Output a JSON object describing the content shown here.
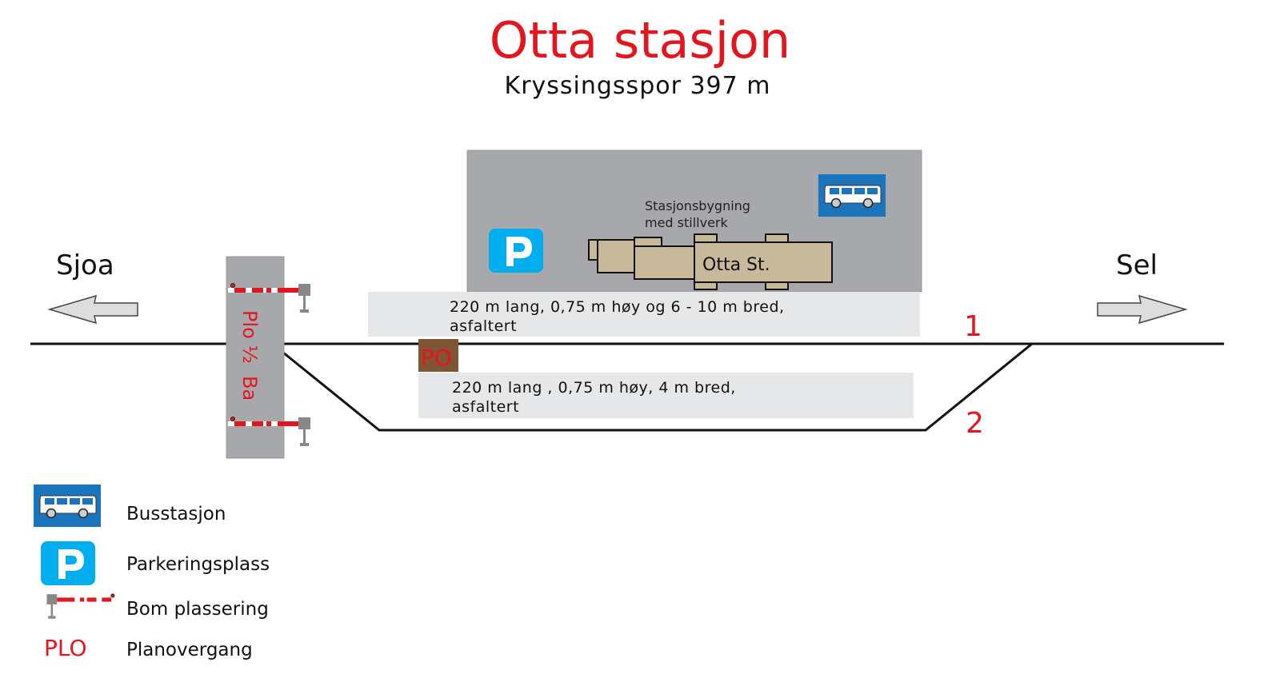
{
  "title": "Otta stasjon",
  "subtitle": "Kryssingsspor 397 m",
  "colors": {
    "accent_red": "#e3151d",
    "area_gray": "#a7a8ab",
    "platform": "#e6e7e8",
    "building": "#c8b99b",
    "po_brown": "#7f5535",
    "bus_blue": "#1b75bc",
    "parking_blue": "#00aeef"
  },
  "directions": {
    "left": "Sjoa",
    "right": "Sel"
  },
  "station": {
    "label_line1": "Stasjonsbygning",
    "label_line2": "med stillverk",
    "building_name": "Otta St."
  },
  "platform1": {
    "line1": "220 m lang, 0,75 m høy og 6 - 10 m bred,",
    "line2": "asfaltert"
  },
  "platform2": {
    "line1": "220 m lang , 0,75 m høy, 4 m bred,",
    "line2": "asfaltert"
  },
  "tracks": {
    "track1": "1",
    "track2": "2"
  },
  "po_label": "PO",
  "crossing_label": "Plo ½  Ba",
  "legend": [
    {
      "icon": "bus-icon",
      "label": "Busstasjon"
    },
    {
      "icon": "parking-icon",
      "label": "Parkeringsplass"
    },
    {
      "icon": "barrier-icon",
      "label": "Bom plassering"
    },
    {
      "icon": "PLO",
      "label": "Planovergang"
    }
  ]
}
